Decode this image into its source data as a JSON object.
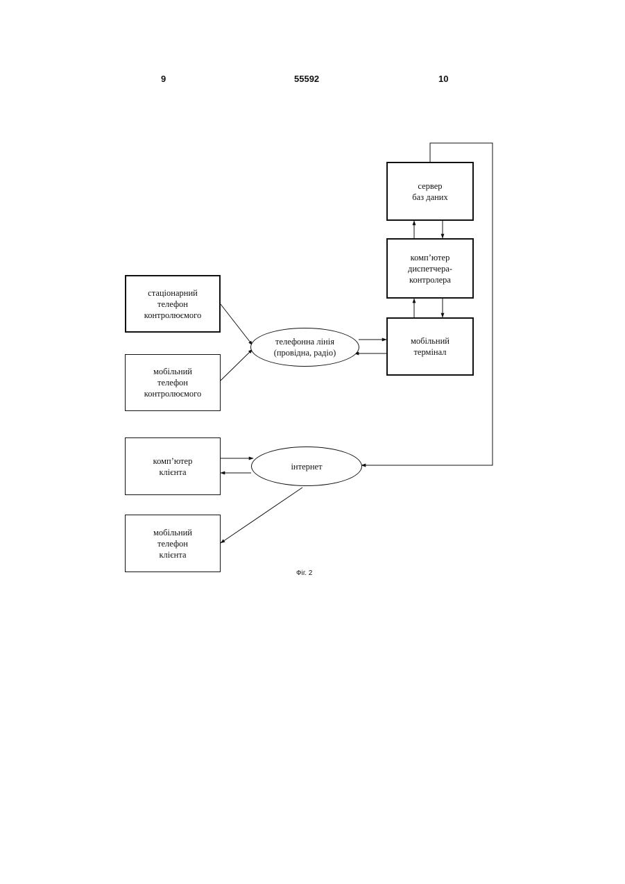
{
  "header": {
    "left_page": "9",
    "patent_number": "55592",
    "right_page": "10"
  },
  "nodes": {
    "db_server": "сервер\nбаз  даних",
    "dispatcher_pc": "комп’ютер\nдиспетчера-\nконтролера",
    "mobile_terminal": "мобільний\nтермінал",
    "landline_phone": "стаціонарний\nтелефон\nконтролюємого",
    "monitored_mobile": "мобільний\nтелефон\nконтролюємого",
    "phone_line": "телефонна лінія\n(провідна, радіо)",
    "client_pc": "комп’ютер\nклієнта",
    "internet": "інтернет",
    "client_mobile": "мобільний\nтелефон\nклієнта"
  },
  "caption": "Фіг. 2"
}
